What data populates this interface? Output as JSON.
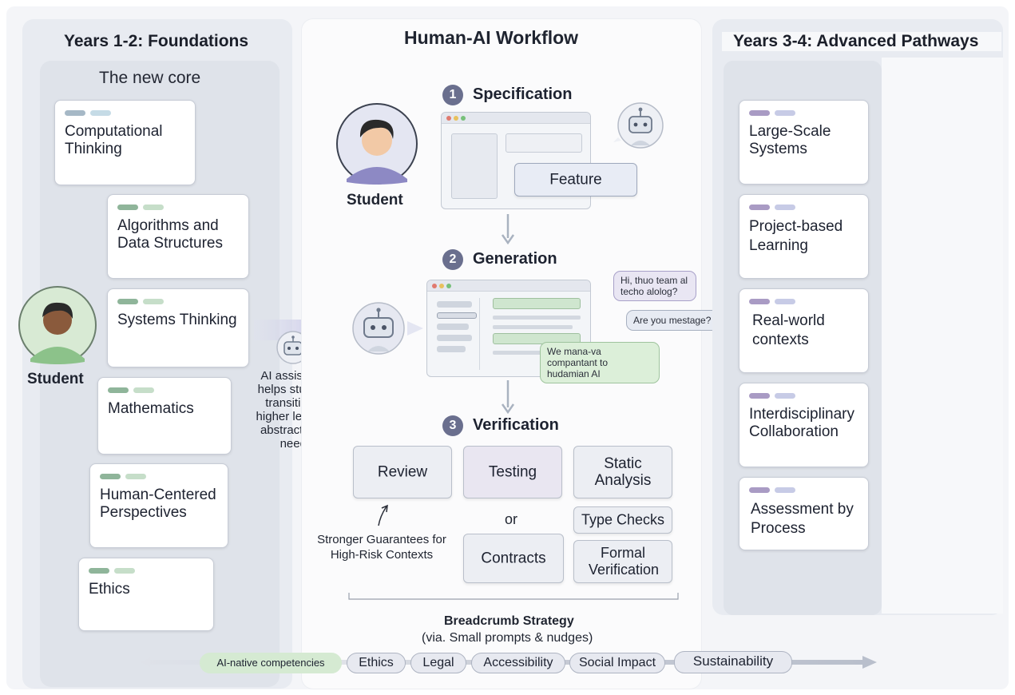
{
  "left": {
    "title": "Years 1-2: Foundations",
    "subtitle": "The new core",
    "student_label": "Student",
    "cards": [
      {
        "label": "Computational Thinking"
      },
      {
        "label": "Algorithms and Data Structures"
      },
      {
        "label": "Systems Thinking"
      },
      {
        "label": "Mathematics"
      },
      {
        "label": "Human-Centered Perspectives"
      },
      {
        "label": "Ethics"
      }
    ],
    "ai_note": "AI assistance helps students transition to higher levels of abstraction to needs"
  },
  "center": {
    "title": "Human-AI Workflow",
    "student_label": "Student",
    "steps": [
      {
        "num": "1",
        "title": "Specification"
      },
      {
        "num": "2",
        "title": "Generation"
      },
      {
        "num": "3",
        "title": "Verification"
      }
    ],
    "feature_label": "Feature",
    "bubbles": {
      "q1": "Hi, thuo team al techo alolog?",
      "q2": "Are you mestage?",
      "reply": "We mana-va compantant to hudamian AI"
    },
    "verification": {
      "review": "Review",
      "testing": "Testing",
      "static_analysis": "Static Analysis",
      "or": "or",
      "type_checks": "Type Checks",
      "contracts": "Contracts",
      "formal_verification": "Formal Verification",
      "note": "Stronger Guarantees for High-Risk Contexts"
    },
    "breadcrumb_title": "Breadcrumb Strategy",
    "breadcrumb_sub": "(via. Small prompts & nudges)"
  },
  "right": {
    "title": "Years 3-4: Advanced Pathways",
    "cards": [
      {
        "label": "Large-Scale Systems"
      },
      {
        "label": "Project-based Learning"
      },
      {
        "label": "Real-world contexts"
      },
      {
        "label": "Interdisciplinary Collaboration"
      },
      {
        "label": "Assessment by Process"
      }
    ]
  },
  "bottom": {
    "chips": [
      "AI-native competencies",
      "Ethics",
      "Legal",
      "Accessibility",
      "Social Impact",
      "Sustainability"
    ]
  },
  "colors": {
    "green_pill_dark": "#8fb59a",
    "green_pill_light": "#c6dec9",
    "purple_pill_dark": "#a99bc4",
    "purple_pill_light": "#c7cbe6",
    "blue_pill_dark": "#a6b8c6",
    "blue_pill_light": "#c5dbe6",
    "step_badge": "#6a6f8e",
    "arrow_purple": "#b7b5e0",
    "chip_green": "#d5ead2"
  }
}
